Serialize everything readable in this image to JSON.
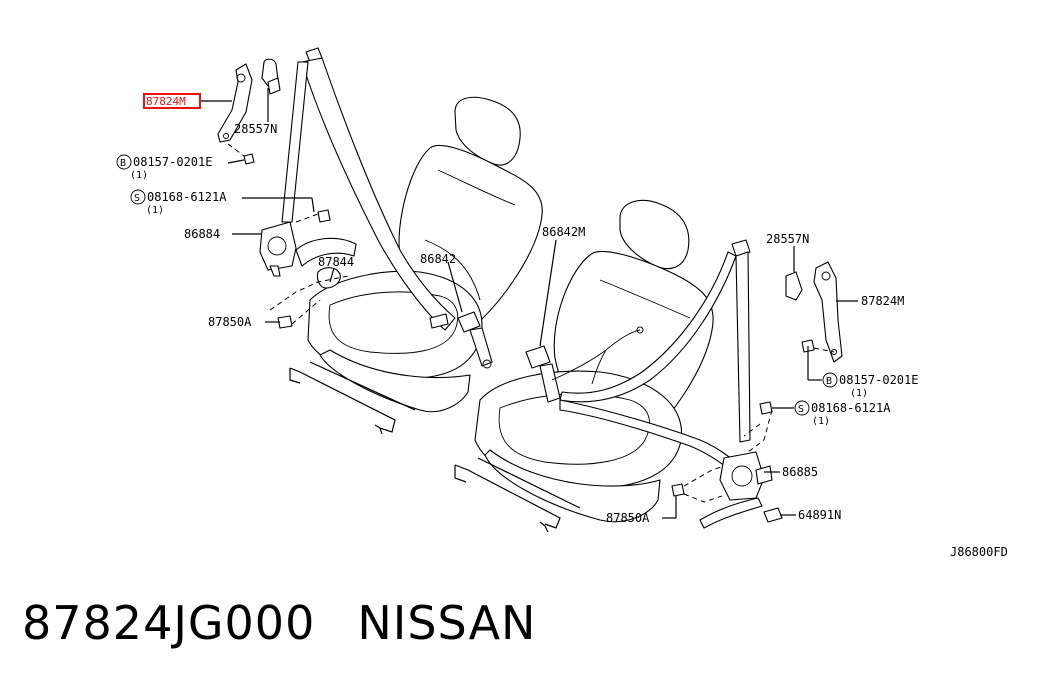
{
  "diagram": {
    "code": "J86800FD",
    "labels": {
      "l_87824M_hl": "87824M",
      "l_28557N_a": "28557N",
      "l_08157_a": "08157-0201E",
      "l_08157_a_qty": "(1)",
      "l_08168_a": "08168-6121A",
      "l_08168_a_qty": "(1)",
      "l_86884": "86884",
      "l_87844": "87844",
      "l_86842": "86842",
      "l_87850A_a": "87850A",
      "l_86842M": "86842M",
      "l_28557N_b": "28557N",
      "l_87824M_b": "87824M",
      "l_08157_b": "08157-0201E",
      "l_08157_b_qty": "(1)",
      "l_08168_b": "08168-6121A",
      "l_08168_b_qty": "(1)",
      "l_86885": "86885",
      "l_87850A_b": "87850A",
      "l_64891N": "64891N"
    },
    "prefixes": {
      "bolt": "B",
      "screw": "S"
    },
    "highlight_color": "#e11111"
  },
  "caption": {
    "part_number": "87824JG000",
    "brand": "NISSAN"
  }
}
